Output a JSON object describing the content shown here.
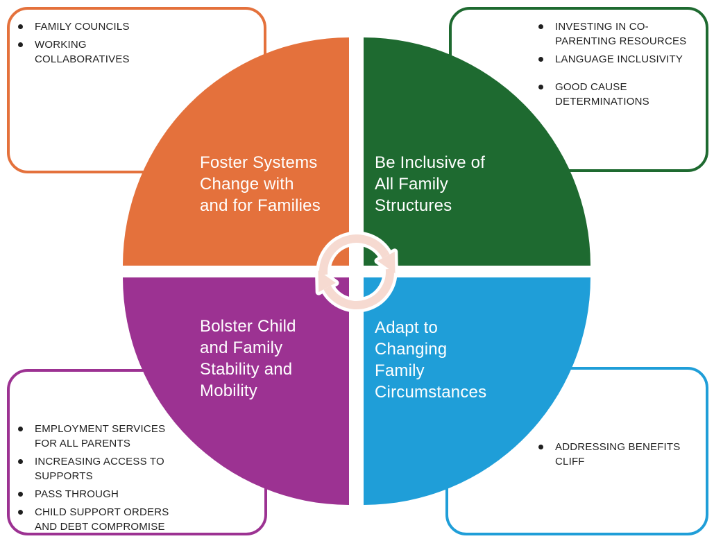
{
  "quadrants": {
    "top_left": {
      "title": "Foster Systems\nChange with\nand for Families",
      "color": "#E4713C"
    },
    "top_right": {
      "title": "Be Inclusive of\nAll Family\nStructures",
      "color": "#1E6A30"
    },
    "bottom_left": {
      "title": "Bolster Child\nand Family\nStability and\nMobility",
      "color": "#9C3292"
    },
    "bottom_right": {
      "title": "Adapt to\nChanging\nFamily\nCircumstances",
      "color": "#1F9ED8"
    }
  },
  "callouts": {
    "top_left": {
      "border_color": "#E4713C",
      "items": [
        "FAMILY COUNCILS",
        "WORKING COLLABORATIVES"
      ]
    },
    "top_right": {
      "border_color": "#1E6A30",
      "items": [
        "INVESTING IN CO-PARENTING RESOURCES",
        "LANGUAGE INCLUSIVITY",
        "GOOD CAUSE DETERMINATIONS"
      ]
    },
    "bottom_left": {
      "border_color": "#9C3292",
      "items": [
        "EMPLOYMENT SERVICES FOR ALL PARENTS",
        "INCREASING ACCESS TO SUPPORTS",
        "PASS THROUGH",
        "CHILD SUPPORT ORDERS AND DEBT COMPROMISE"
      ]
    },
    "bottom_right": {
      "border_color": "#1F9ED8",
      "items": [
        "ADDRESSING BENEFITS CLIFF"
      ]
    }
  },
  "cycle_icon": {
    "arrow_fill": "#F6DAD1",
    "arrow_outline": "#FFFFFF"
  },
  "text_color": "#1F1F1F",
  "background": "#FFFFFF"
}
